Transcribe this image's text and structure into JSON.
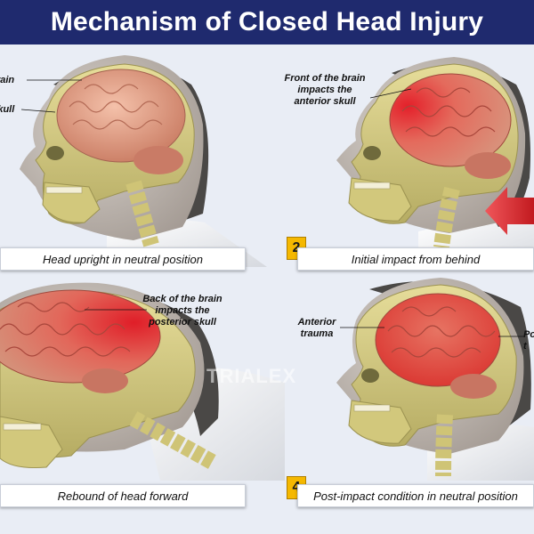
{
  "title": "Mechanism of Closed Head Injury",
  "panels": [
    {
      "caption": "Head upright in neutral position",
      "badge": "",
      "labels": {
        "brain": "Brain",
        "skull": "Skull"
      }
    },
    {
      "caption": "Initial impact from behind",
      "badge": "2",
      "labels": {
        "front_line1": "Front of the brain",
        "front_line2": "impacts the",
        "front_line3": "anterior skull"
      }
    },
    {
      "caption": "Rebound of head forward",
      "badge": "",
      "labels": {
        "back_line1": "Back of the brain",
        "back_line2": "impacts the",
        "back_line3": "posterior skull"
      }
    },
    {
      "caption": "Post-impact condition in neutral position",
      "badge": "4",
      "labels": {
        "anterior_line1": "Anterior",
        "anterior_line2": "trauma",
        "posterior_line1": "Po",
        "posterior_line2": "t"
      }
    }
  ],
  "watermark": "TRIALEX",
  "colors": {
    "title_bg": "#1f2a6e",
    "badge": "#f5b800",
    "arrow": "#d8262b",
    "brain_healthy": "#e9a78f",
    "brain_injured": "#e0403a",
    "bone": "#d9cf86"
  }
}
